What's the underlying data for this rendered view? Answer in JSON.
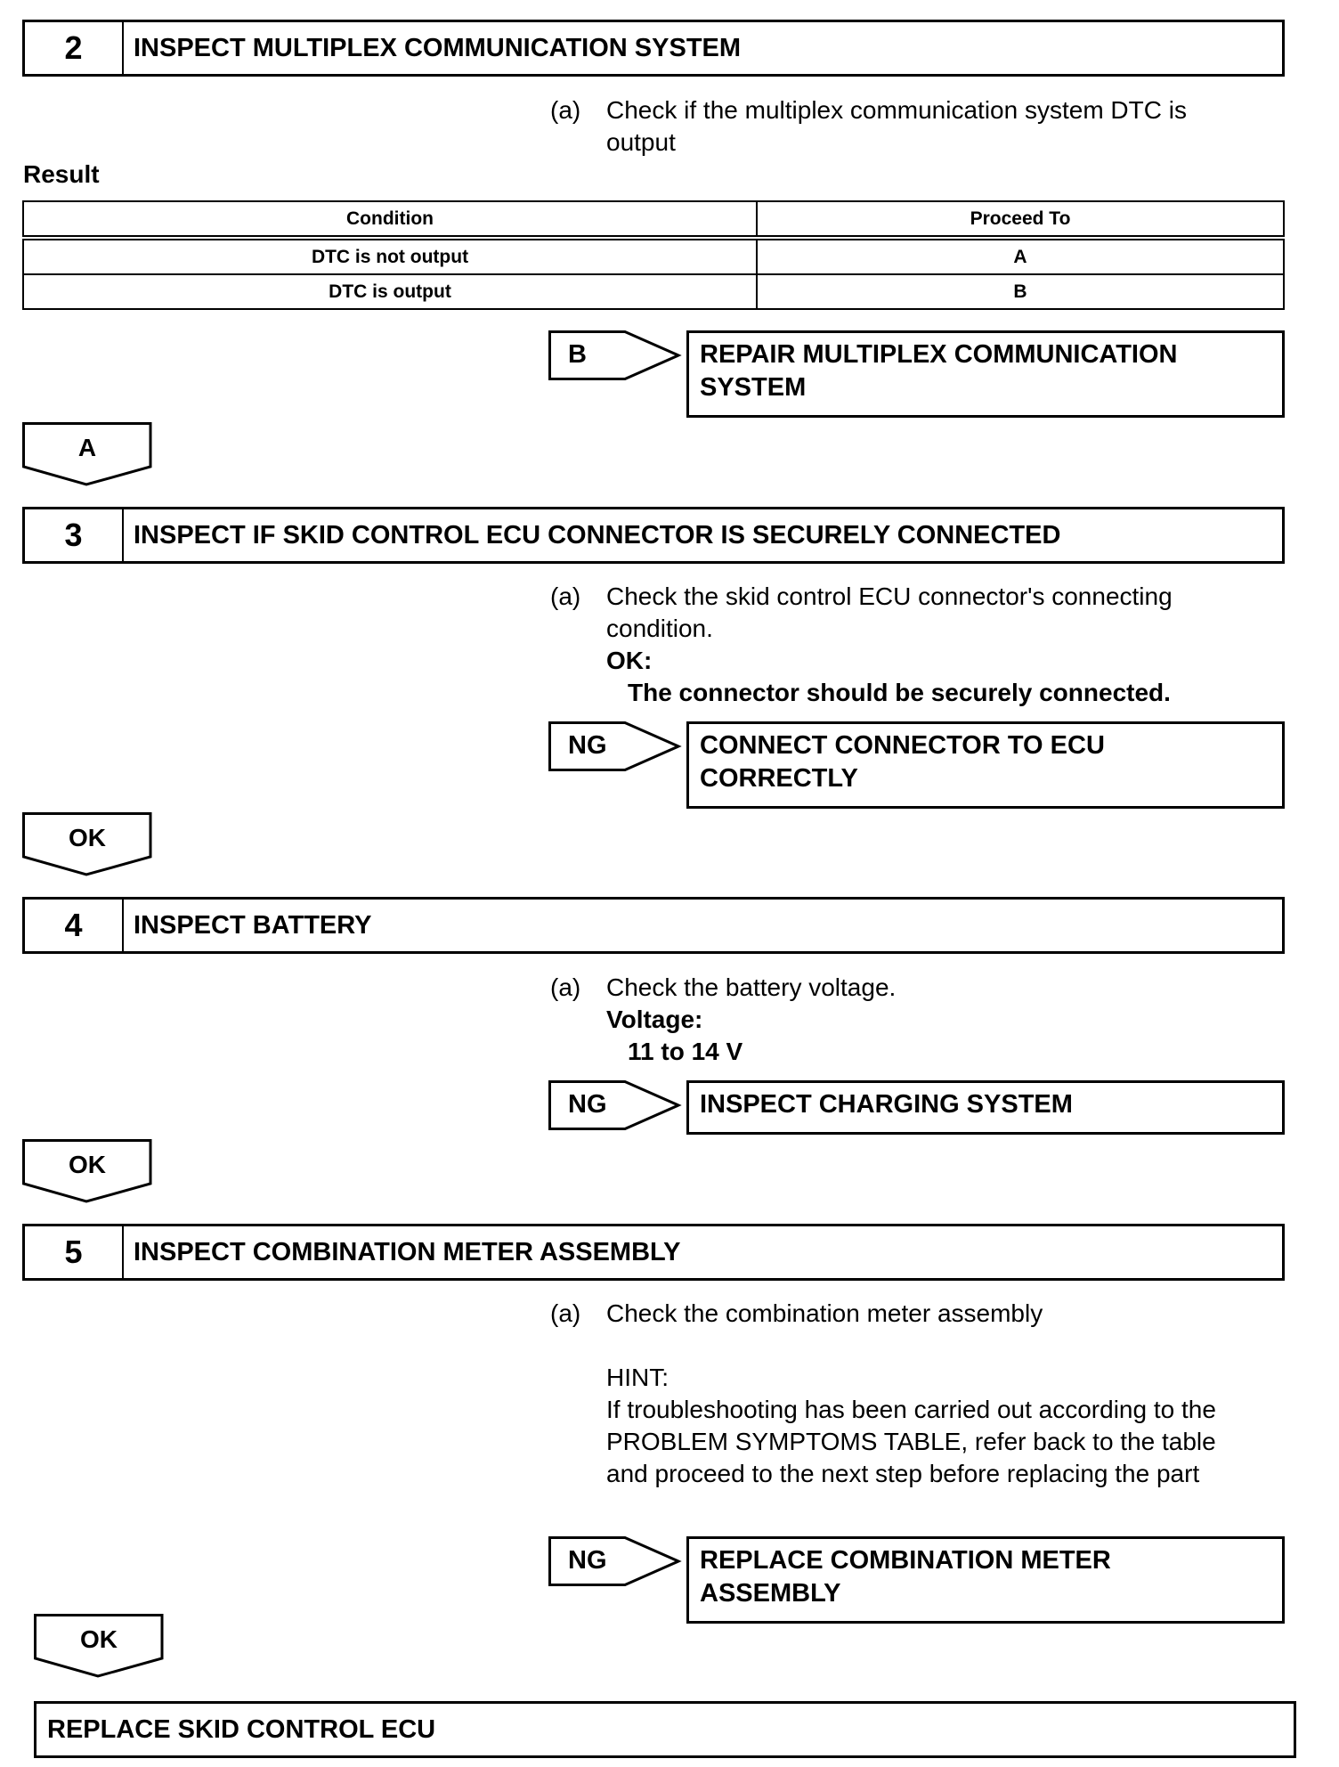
{
  "steps": [
    {
      "number": "2",
      "title": "INSPECT MULTIPLEX COMMUNICATION SYSTEM"
    },
    {
      "number": "3",
      "title": "INSPECT IF SKID CONTROL ECU CONNECTOR IS SECURELY CONNECTED"
    },
    {
      "number": "4",
      "title": "INSPECT BATTERY"
    },
    {
      "number": "5",
      "title": "INSPECT COMBINATION METER ASSEMBLY"
    }
  ],
  "step2": {
    "item_label": "(a)",
    "item_line1": "Check if the multiplex communication system DTC is",
    "item_line2": "output",
    "result_heading": "Result",
    "table": {
      "headers": [
        "Condition",
        "Proceed To"
      ],
      "rows": [
        [
          "DTC is not output",
          "A"
        ],
        [
          "DTC is output",
          "B"
        ]
      ]
    },
    "branch_label": "B",
    "branch_line1": "REPAIR MULTIPLEX COMMUNICATION",
    "branch_line2": "SYSTEM",
    "continue_label": "A"
  },
  "step3": {
    "item_label": "(a)",
    "item_line1": "Check the skid control ECU connector's connecting",
    "item_line2": "condition.",
    "spec_label": "OK:",
    "spec_value": "The connector should be securely connected.",
    "branch_label": "NG",
    "branch_line1": "CONNECT CONNECTOR TO ECU",
    "branch_line2": "CORRECTLY",
    "continue_label": "OK"
  },
  "step4": {
    "item_label": "(a)",
    "item_line1": "Check the battery voltage.",
    "spec_label": "Voltage:",
    "spec_value": "11 to 14 V",
    "branch_label": "NG",
    "branch_line1": "INSPECT CHARGING SYSTEM",
    "continue_label": "OK"
  },
  "step5": {
    "item_label": "(a)",
    "item_line1": "Check the combination meter assembly",
    "hint_label": "HINT:",
    "hint_line1": "If troubleshooting has been carried out according to the",
    "hint_line2": "PROBLEM SYMPTOMS TABLE, refer back to the table",
    "hint_line3": "and proceed to the next step before replacing the part",
    "branch_label": "NG",
    "branch_line1": "REPLACE COMBINATION METER",
    "branch_line2": "ASSEMBLY",
    "continue_label": "OK"
  },
  "final_action": "REPLACE SKID CONTROL ECU"
}
